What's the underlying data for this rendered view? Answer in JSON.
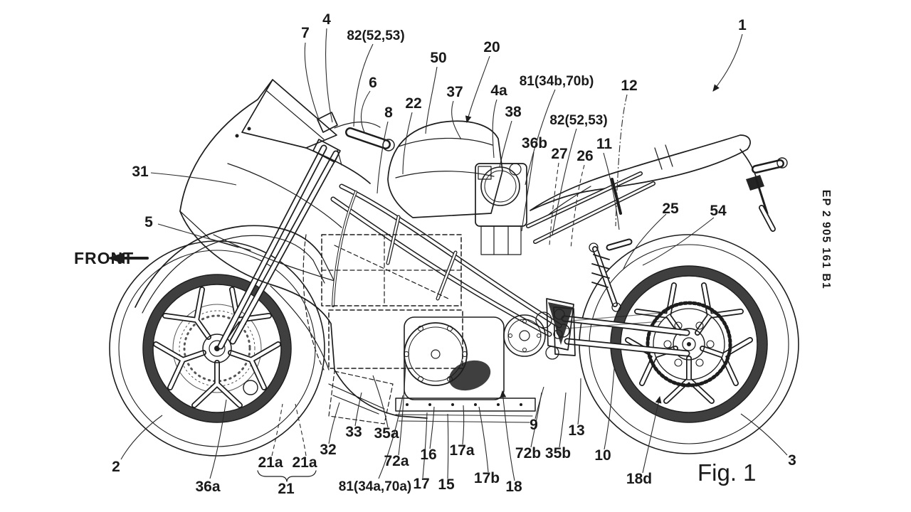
{
  "page": {
    "background": "#ffffff",
    "ink": "#1d1d1d"
  },
  "figure": {
    "caption": "Fig. 1",
    "front_indicator": "FRONT",
    "patent_number": "EP 2 905 161 B1",
    "subject": "motorcycle-side-view-patent-drawing"
  },
  "reference_labels": [
    {
      "id": "1",
      "text": "1"
    },
    {
      "id": "7",
      "text": "7"
    },
    {
      "id": "4",
      "text": "4"
    },
    {
      "id": "82-upper",
      "text": "82(52,53)"
    },
    {
      "id": "6",
      "text": "6"
    },
    {
      "id": "50",
      "text": "50"
    },
    {
      "id": "20",
      "text": "20"
    },
    {
      "id": "37",
      "text": "37"
    },
    {
      "id": "22",
      "text": "22"
    },
    {
      "id": "8",
      "text": "8"
    },
    {
      "id": "4a",
      "text": "4a"
    },
    {
      "id": "81b",
      "text": "81(34b,70b)"
    },
    {
      "id": "38",
      "text": "38"
    },
    {
      "id": "12",
      "text": "12"
    },
    {
      "id": "82-lower",
      "text": "82(52,53)"
    },
    {
      "id": "36b",
      "text": "36b"
    },
    {
      "id": "27",
      "text": "27"
    },
    {
      "id": "26",
      "text": "26"
    },
    {
      "id": "11",
      "text": "11"
    },
    {
      "id": "31",
      "text": "31"
    },
    {
      "id": "5",
      "text": "5"
    },
    {
      "id": "25",
      "text": "25"
    },
    {
      "id": "54",
      "text": "54"
    },
    {
      "id": "2",
      "text": "2"
    },
    {
      "id": "36a",
      "text": "36a"
    },
    {
      "id": "21a-left",
      "text": "21a"
    },
    {
      "id": "21a-right",
      "text": "21a"
    },
    {
      "id": "21",
      "text": "21"
    },
    {
      "id": "32",
      "text": "32"
    },
    {
      "id": "33",
      "text": "33"
    },
    {
      "id": "35a",
      "text": "35a"
    },
    {
      "id": "72a",
      "text": "72a"
    },
    {
      "id": "81a",
      "text": "81(34a,70a)"
    },
    {
      "id": "17",
      "text": "17"
    },
    {
      "id": "16",
      "text": "16"
    },
    {
      "id": "15",
      "text": "15"
    },
    {
      "id": "17a",
      "text": "17a"
    },
    {
      "id": "17b",
      "text": "17b"
    },
    {
      "id": "18",
      "text": "18"
    },
    {
      "id": "72b",
      "text": "72b"
    },
    {
      "id": "9",
      "text": "9"
    },
    {
      "id": "35b",
      "text": "35b"
    },
    {
      "id": "13",
      "text": "13"
    },
    {
      "id": "10",
      "text": "10"
    },
    {
      "id": "18d",
      "text": "18d"
    },
    {
      "id": "3",
      "text": "3"
    }
  ]
}
